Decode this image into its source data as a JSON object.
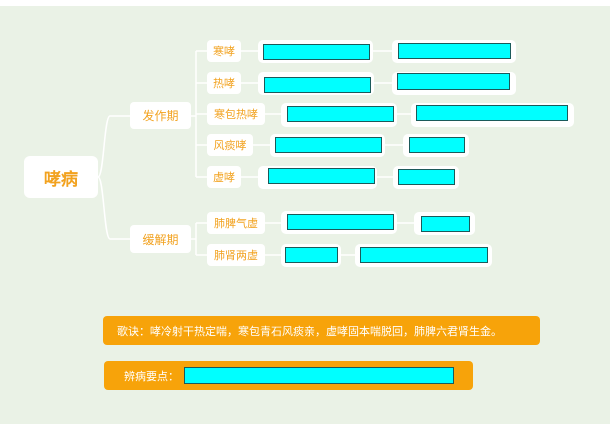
{
  "mindmap": {
    "root": "哮病",
    "branches": [
      {
        "label": "发作期",
        "children": [
          "寒哮",
          "热哮",
          "寒包热哮",
          "风痰哮",
          "虚哮"
        ]
      },
      {
        "label": "缓解期",
        "children": [
          "肺脾气虚",
          "肺肾两虚"
        ]
      }
    ]
  },
  "mnemonic": "歌诀：哮冷射干热定喘，寒包青石风痰亲，虚哮固本喘脱回，肺脾六君肾生金。",
  "key_points_label": "辨病要点：",
  "colors": {
    "background": "#eaf2e6",
    "node_text": "#f2a21f",
    "banner": "#f7a30a",
    "redaction": "#00ffff",
    "connector": "#ffffff"
  }
}
